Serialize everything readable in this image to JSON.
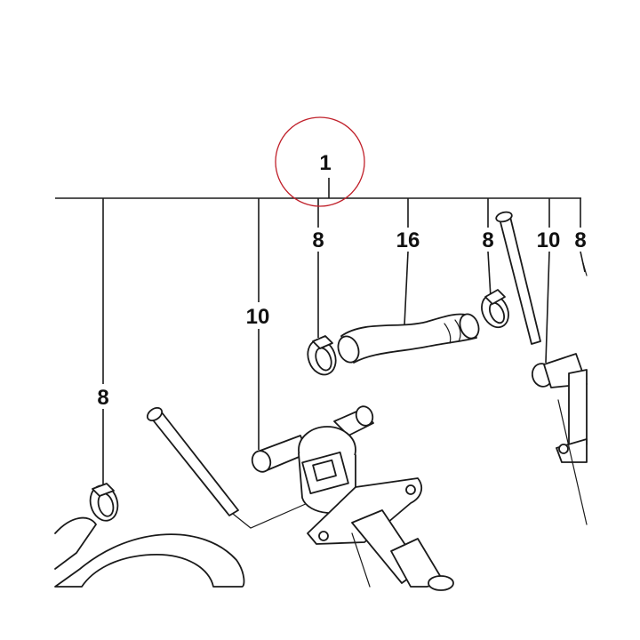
{
  "diagram": {
    "callouts": {
      "assembly": "1",
      "clip_a": "8",
      "clip_b": "8",
      "clip_c": "8",
      "clip_d": "8",
      "hose_a": "10",
      "hose_b": "10",
      "hose_main": "16"
    },
    "highlight_color": "#c0202a",
    "line_color": "#1a1a1a"
  }
}
